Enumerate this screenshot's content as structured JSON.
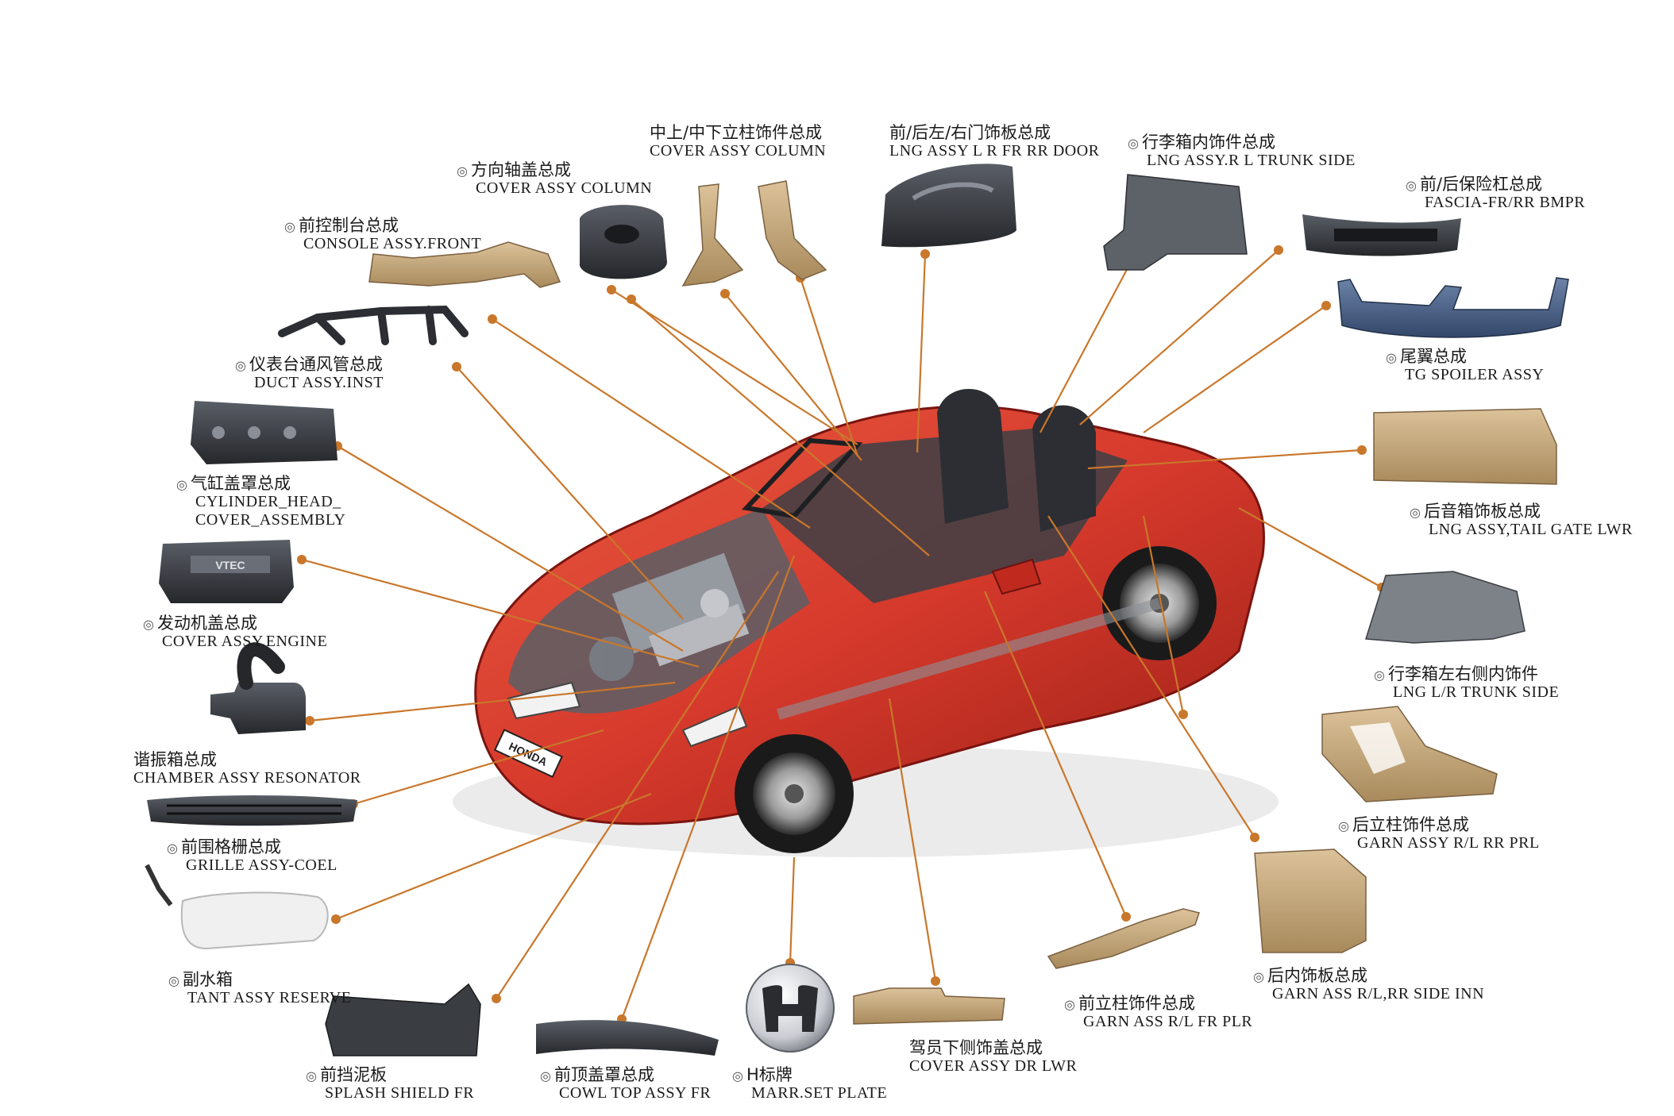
{
  "colors": {
    "leader": "#c9772b",
    "car_red": "#d63a2c",
    "part_tan": "#c8a878",
    "part_dark": "#3a3d42",
    "part_blue": "#4a5f80"
  },
  "labels": [
    {
      "id": "column-cover",
      "bullet": "◎",
      "cn": "方向轴盖总成",
      "en": "COVER ASSY COLUMN"
    },
    {
      "id": "pillar-column",
      "bullet": "",
      "cn": "中上/中下立柱饰件总成",
      "en": "COVER ASSY COLUMN"
    },
    {
      "id": "door-lining",
      "bullet": "",
      "cn": "前/后左/右门饰板总成",
      "en": "LNG ASSY L R FR RR DOOR"
    },
    {
      "id": "trunk-side",
      "bullet": "◎",
      "cn": "行李箱内饰件总成",
      "en": "LNG ASSY.R L TRUNK SIDE"
    },
    {
      "id": "bumper",
      "bullet": "◎",
      "cn": "前/后保险杠总成",
      "en": "FASCIA-FR/RR BMPR"
    },
    {
      "id": "console",
      "bullet": "◎",
      "cn": "前控制台总成",
      "en": "CONSOLE ASSY.FRONT"
    },
    {
      "id": "spoiler",
      "bullet": "◎",
      "cn": "尾翼总成",
      "en": "TG SPOILER ASSY"
    },
    {
      "id": "duct",
      "bullet": "◎",
      "cn": "仪表台通风管总成",
      "en": "DUCT ASSY.INST"
    },
    {
      "id": "tailgate",
      "bullet": "◎",
      "cn": "后音箱饰板总成",
      "en": "LNG ASSY,TAIL GATE LWR"
    },
    {
      "id": "cylinder-head",
      "bullet": "◎",
      "cn": "气缸盖罩总成",
      "en": "CYLINDER_HEAD_",
      "en2": "COVER_ASSEMBLY"
    },
    {
      "id": "engine-cover",
      "bullet": "◎",
      "cn": "发动机盖总成",
      "en": "COVER ASSY.ENGINE"
    },
    {
      "id": "trunk-lr",
      "bullet": "◎",
      "cn": "行李箱左右侧内饰件",
      "en": "LNG L/R TRUNK SIDE"
    },
    {
      "id": "resonator",
      "bullet": "",
      "cn": "谐振箱总成",
      "en": "CHAMBER ASSY RESONATOR"
    },
    {
      "id": "rr-pillar",
      "bullet": "◎",
      "cn": "后立柱饰件总成",
      "en": "GARN ASSY R/L RR PRL"
    },
    {
      "id": "grille",
      "bullet": "◎",
      "cn": "前围格栅总成",
      "en": "GRILLE ASSY-COEL"
    },
    {
      "id": "reserve",
      "bullet": "◎",
      "cn": "副水箱",
      "en": "TANT ASSY RESERVE"
    },
    {
      "id": "rr-side",
      "bullet": "◎",
      "cn": "后内饰板总成",
      "en": "GARN ASS R/L,RR SIDE INN"
    },
    {
      "id": "fr-pillar",
      "bullet": "◎",
      "cn": "前立柱饰件总成",
      "en": "GARN ASS R/L FR PLR"
    },
    {
      "id": "dr-lwr",
      "bullet": "",
      "cn": "驾员下侧饰盖总成",
      "en": "COVER ASSY DR LWR"
    },
    {
      "id": "splash",
      "bullet": "◎",
      "cn": "前挡泥板",
      "en": "SPLASH SHIELD FR"
    },
    {
      "id": "cowl",
      "bullet": "◎",
      "cn": "前顶盖罩总成",
      "en": "COWL TOP ASSY FR"
    },
    {
      "id": "emblem",
      "bullet": "◎",
      "cn": "H标牌",
      "en": "MARR.SET PLATE"
    }
  ],
  "badges": {
    "front_plate": "HONDA",
    "engine_plate": "VTEC"
  }
}
